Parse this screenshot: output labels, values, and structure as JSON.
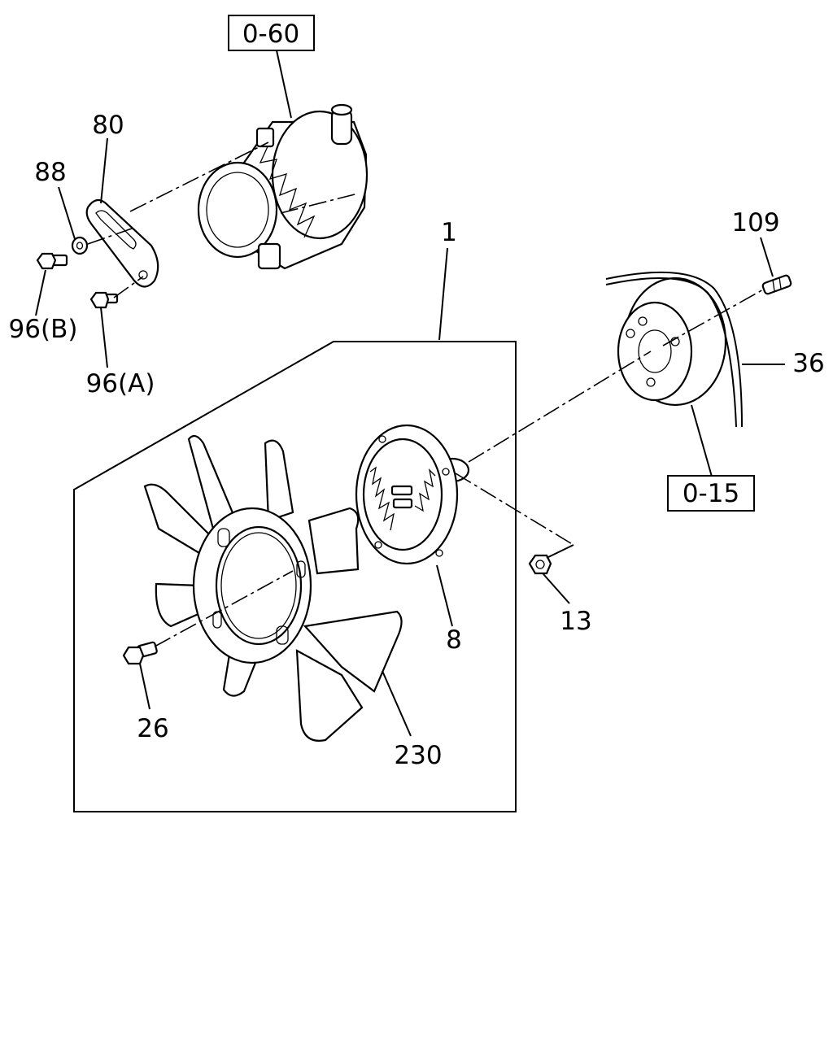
{
  "callouts": {
    "ref_0_60": "0-60",
    "ref_0_15": "0-15",
    "p80": "80",
    "p88": "88",
    "p96b": "96(B)",
    "p96a": "96(A)",
    "p1": "1",
    "p109": "109",
    "p36": "36",
    "p8": "8",
    "p13": "13",
    "p26": "26",
    "p230": "230"
  }
}
